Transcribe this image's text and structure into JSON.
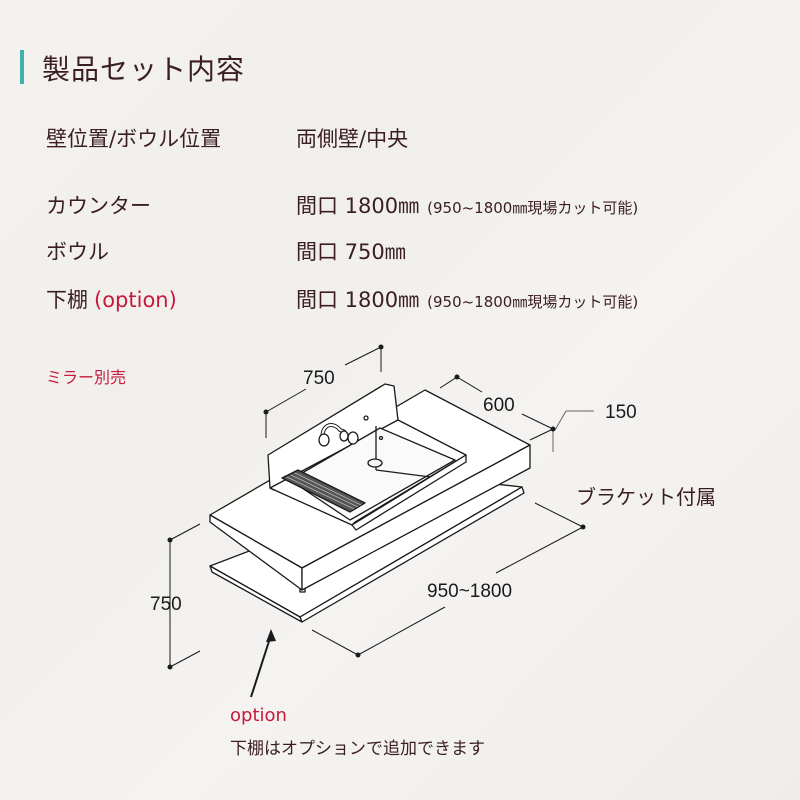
{
  "header": {
    "title": "製品セット内容",
    "accent_color": "#3fb3aa"
  },
  "specs": [
    {
      "label": "壁位置/ボウル位置",
      "value": "両側壁/中央",
      "note": ""
    },
    {
      "label": "カウンター",
      "value": "間口 1800㎜",
      "note": "(950~1800㎜現場カット可能)"
    },
    {
      "label": "ボウル",
      "value": "間口 750㎜",
      "note": ""
    },
    {
      "label": "下棚",
      "label_suffix": "(option)",
      "value": "間口 1800㎜",
      "note": "(950~1800㎜現場カット可能)"
    }
  ],
  "notes": {
    "mirror": "ミラー別売",
    "bracket": "ブラケット付属",
    "option_title": "option",
    "option_text": "下棚はオプションで追加できます"
  },
  "dimensions": {
    "bowl_width": "750",
    "depth": "600",
    "backsplash": "150",
    "height": "750",
    "counter_width": "950~1800"
  },
  "colors": {
    "text": "#3a1e22",
    "highlight": "#c8183c",
    "accent": "#3fb3aa"
  }
}
